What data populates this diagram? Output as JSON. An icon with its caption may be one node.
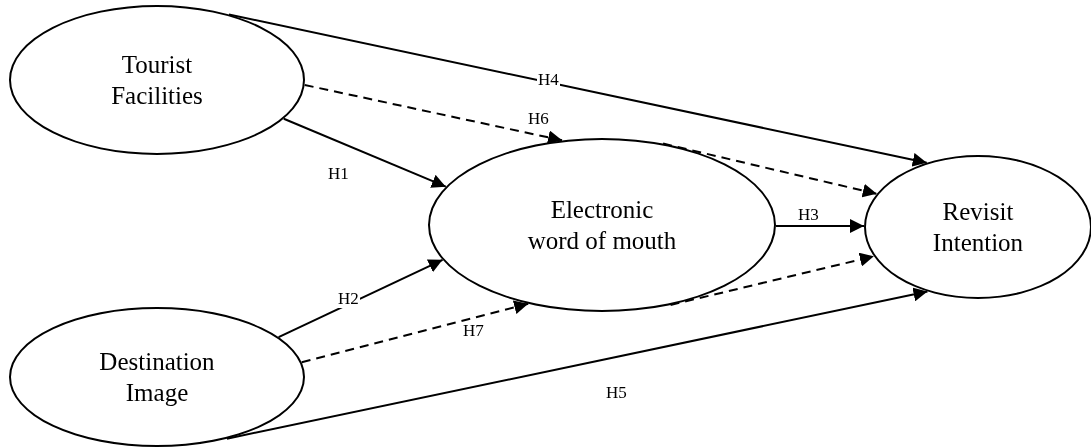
{
  "diagram": {
    "nodes": [
      {
        "text": [
          "Tourist Facilities"
        ]
      },
      {
        "text": [
          "Electronic word of mouth"
        ]
      },
      {
        "text": [
          "Revisit Intention"
        ]
      },
      {
        "text": [
          "Destination Image"
        ]
      }
    ],
    "edges": [
      {
        "from": 0,
        "to": 1,
        "arrow": "to",
        "label": "H1"
      },
      {
        "from": 0,
        "to": 1,
        "arrow": "to",
        "style": "dashed",
        "label": "H6"
      },
      {
        "from": 0,
        "to": 2,
        "arrow": "to",
        "label": "H4"
      },
      {
        "from": 1,
        "to": 2,
        "arrow": "to",
        "label": "H3"
      },
      {
        "from": 1,
        "to": 2,
        "arrow": "to",
        "style": "dashed"
      },
      {
        "from": 3,
        "to": 1,
        "arrow": "to",
        "label": "H2"
      },
      {
        "from": 3,
        "to": 1,
        "arrow": "to",
        "style": "dashed",
        "label": "H7"
      },
      {
        "from": 1,
        "to": 2,
        "arrow": "to",
        "style": "dashed"
      },
      {
        "from": 3,
        "to": 2,
        "arrow": "to",
        "label": "H5"
      }
    ]
  }
}
